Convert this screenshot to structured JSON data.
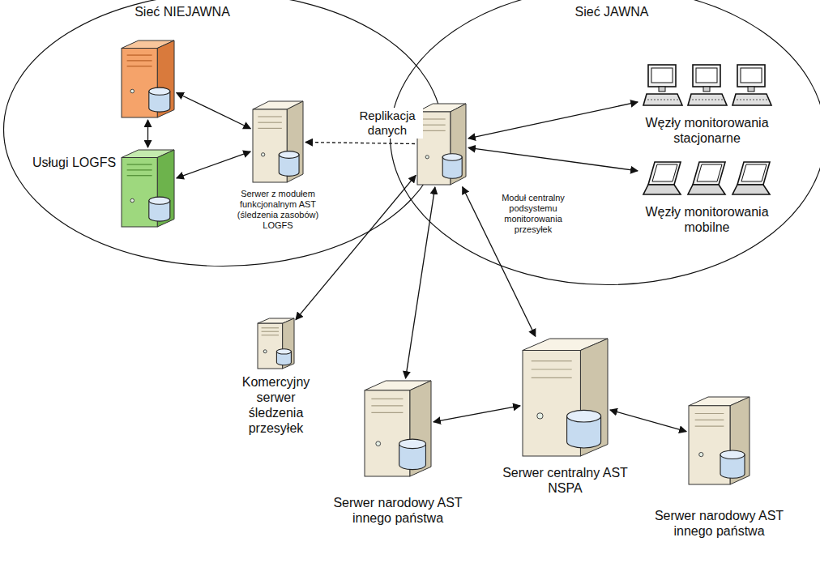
{
  "diagram": {
    "nodes": [
      {
        "text": [
          "Sieć NIEJAWNA"
        ]
      },
      {
        "text": [
          "Sieć JAWNA"
        ]
      },
      {
        "text": [],
        "in": 0
      },
      {
        "text": [],
        "in": 0
      },
      {
        "text": [
          "Serwer z modułem funkcjonalnym AST (śledzenia zasobów) LOGFS"
        ],
        "in": 0
      },
      {
        "text": [
          "Moduł centralny podsystemu monitorowania przesyłek"
        ],
        "in": 1
      },
      {
        "text": [
          "Węzły monitorowania stacjonarne"
        ],
        "in": 1
      },
      {
        "text": [
          "Węzły monitorowania mobilne"
        ],
        "in": 1
      },
      {
        "text": [
          "Komercyjny serwer śledzenia przesyłek"
        ]
      },
      {
        "text": [
          "Serwer narodowy AST innego państwa"
        ]
      },
      {
        "text": [
          "Serwer centralny AST NSPA"
        ]
      },
      {
        "text": [
          "Serwer narodowy AST innego państwa"
        ]
      }
    ],
    "edges": [
      {
        "from": 2,
        "to": 3,
        "arrow": "both"
      },
      {
        "from": 2,
        "to": 4,
        "arrow": "both"
      },
      {
        "from": 3,
        "to": 4,
        "arrow": "both"
      },
      {
        "from": 5,
        "to": 4,
        "label": "Replikacja danych",
        "arrow": "to"
      },
      {
        "from": 5,
        "to": 6,
        "arrow": "both"
      },
      {
        "from": 5,
        "to": 7,
        "arrow": "both"
      },
      {
        "from": 5,
        "to": 8,
        "arrow": "both"
      },
      {
        "from": 5,
        "to": 9,
        "arrow": "both"
      },
      {
        "from": 5,
        "to": 10,
        "arrow": "both"
      },
      {
        "from": 9,
        "to": 10,
        "arrow": "both"
      },
      {
        "from": 10,
        "to": 11,
        "arrow": "both"
      }
    ],
    "labels": [
      "Usługi LOGFS"
    ]
  }
}
